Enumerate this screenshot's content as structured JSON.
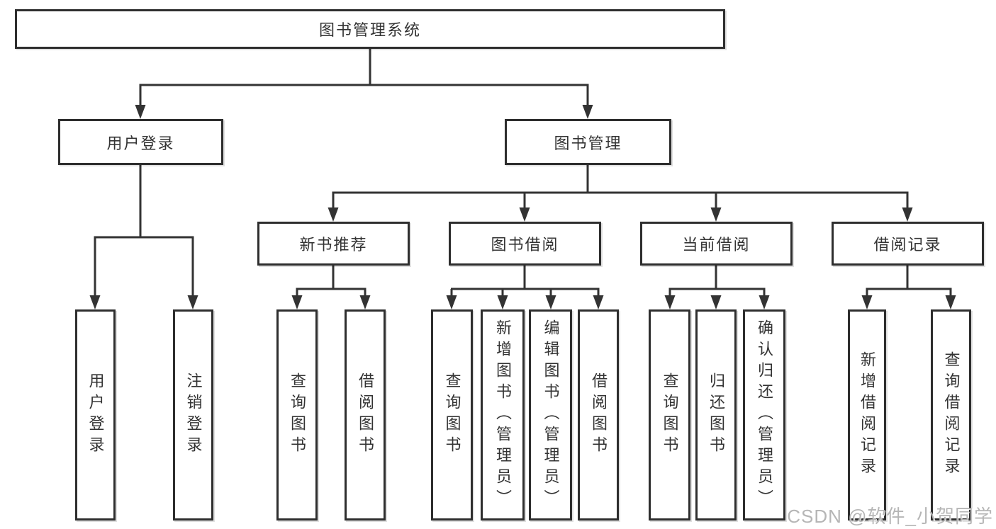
{
  "tree": {
    "root": {
      "label": "图书管理系统"
    },
    "branches": [
      {
        "label": "用户登录",
        "children": [
          {
            "label": "用户登录"
          },
          {
            "label": "注销登录"
          }
        ]
      },
      {
        "label": "图书管理",
        "children": [
          {
            "label": "新书推荐",
            "children": [
              {
                "label": "查询图书"
              },
              {
                "label": "借阅图书"
              }
            ]
          },
          {
            "label": "图书借阅",
            "children": [
              {
                "label": "查询图书"
              },
              {
                "label": "新增图书（管理员）"
              },
              {
                "label": "编辑图书（管理员）"
              },
              {
                "label": "借阅图书"
              }
            ]
          },
          {
            "label": "当前借阅",
            "children": [
              {
                "label": "查询图书"
              },
              {
                "label": "归还图书"
              },
              {
                "label": "确认归还（管理员）"
              }
            ]
          },
          {
            "label": "借阅记录",
            "children": [
              {
                "label": "新增借阅记录"
              },
              {
                "label": "查询借阅记录"
              }
            ]
          }
        ]
      }
    ]
  },
  "watermark": {
    "text": "CSDN @软件_小贺同学",
    "color": "#b0b0b0"
  },
  "colors": {
    "line": "#333333",
    "node_border": "#2e2e2e",
    "node_text": "#333333",
    "background": "#ffffff"
  }
}
